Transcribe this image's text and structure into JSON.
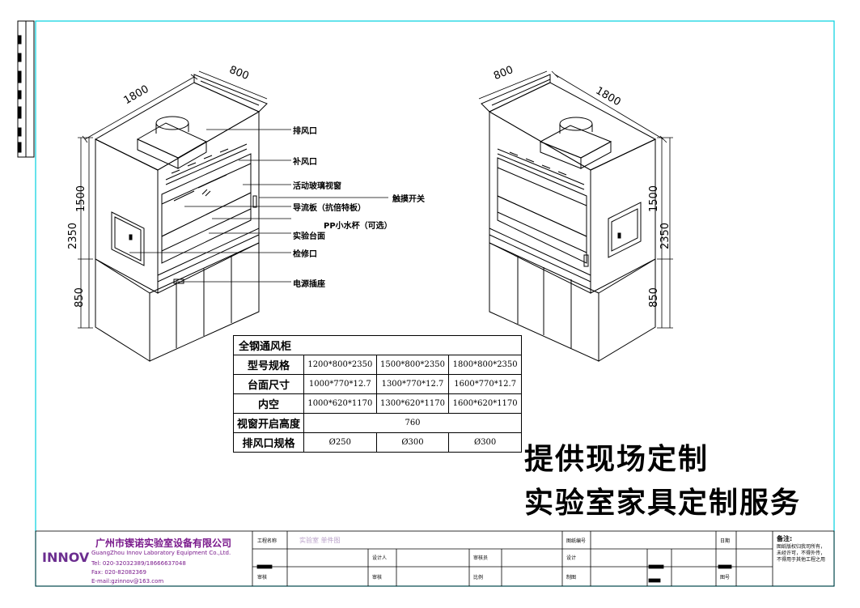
{
  "callouts": {
    "exhaust": "排风口",
    "supply": "补风口",
    "sash": "活动玻璃视窗",
    "baffle": "导流板（抗倍特板）",
    "touch_switch": "触摸开关",
    "cup_sink": "PP小水杯（可选）",
    "worktop": "实验台面",
    "access_panel": "检修口",
    "power_socket": "电源插座"
  },
  "dimensions": {
    "width": "1800",
    "depth": "800",
    "total_height": "2350",
    "upper_height": "1500",
    "base_height": "850"
  },
  "table": {
    "title": "全钢通风柜",
    "rows": [
      {
        "label": "型号规格",
        "values": [
          "1200*800*2350",
          "1500*800*2350",
          "1800*800*2350"
        ]
      },
      {
        "label": "台面尺寸",
        "values": [
          "1000*770*12.7",
          "1300*770*12.7",
          "1600*770*12.7"
        ]
      },
      {
        "label": "内空",
        "values": [
          "1000*620*1170",
          "1300*620*1170",
          "1600*620*1170"
        ]
      }
    ],
    "sash_label": "视窗开启高度",
    "sash_value": "760",
    "exhaust_label": "排风口规格",
    "exhaust_values": [
      "Ø250",
      "Ø300",
      "Ø300"
    ]
  },
  "slogan": {
    "line1": "提供现场定制",
    "line2": "实验室家具定制服务"
  },
  "title_block": {
    "logo": "INNOV",
    "company_cn": "广州市锲诺实验室设备有限公司",
    "company_en": "GuangZhou Innov Laboratory Equipment Co.,Ltd.",
    "tel": "Tel: 020-32032389/18666637048",
    "fax": "Fax: 020-82082369",
    "email": "E-mail:gzinnov@163.com",
    "project_label": "工程名称",
    "project_value": "实验室 单件图",
    "drawing_no_label": "图纸编号",
    "date_label": "日期",
    "designer_label": "设计人",
    "approver_label": "审核员",
    "design_label": "设计",
    "check_label": "审核",
    "review_label": "审核",
    "drawing_label": "制图",
    "scale_label": "比例",
    "sheet_label": "图号",
    "notes_title": "备注:",
    "notes_text": "图纸版权归我司所有，未经许可，不得外传，不得用于其他工程之用"
  },
  "colors": {
    "line": "#000000",
    "frame": "#00d0e0",
    "brand": "#7a1a8c"
  }
}
